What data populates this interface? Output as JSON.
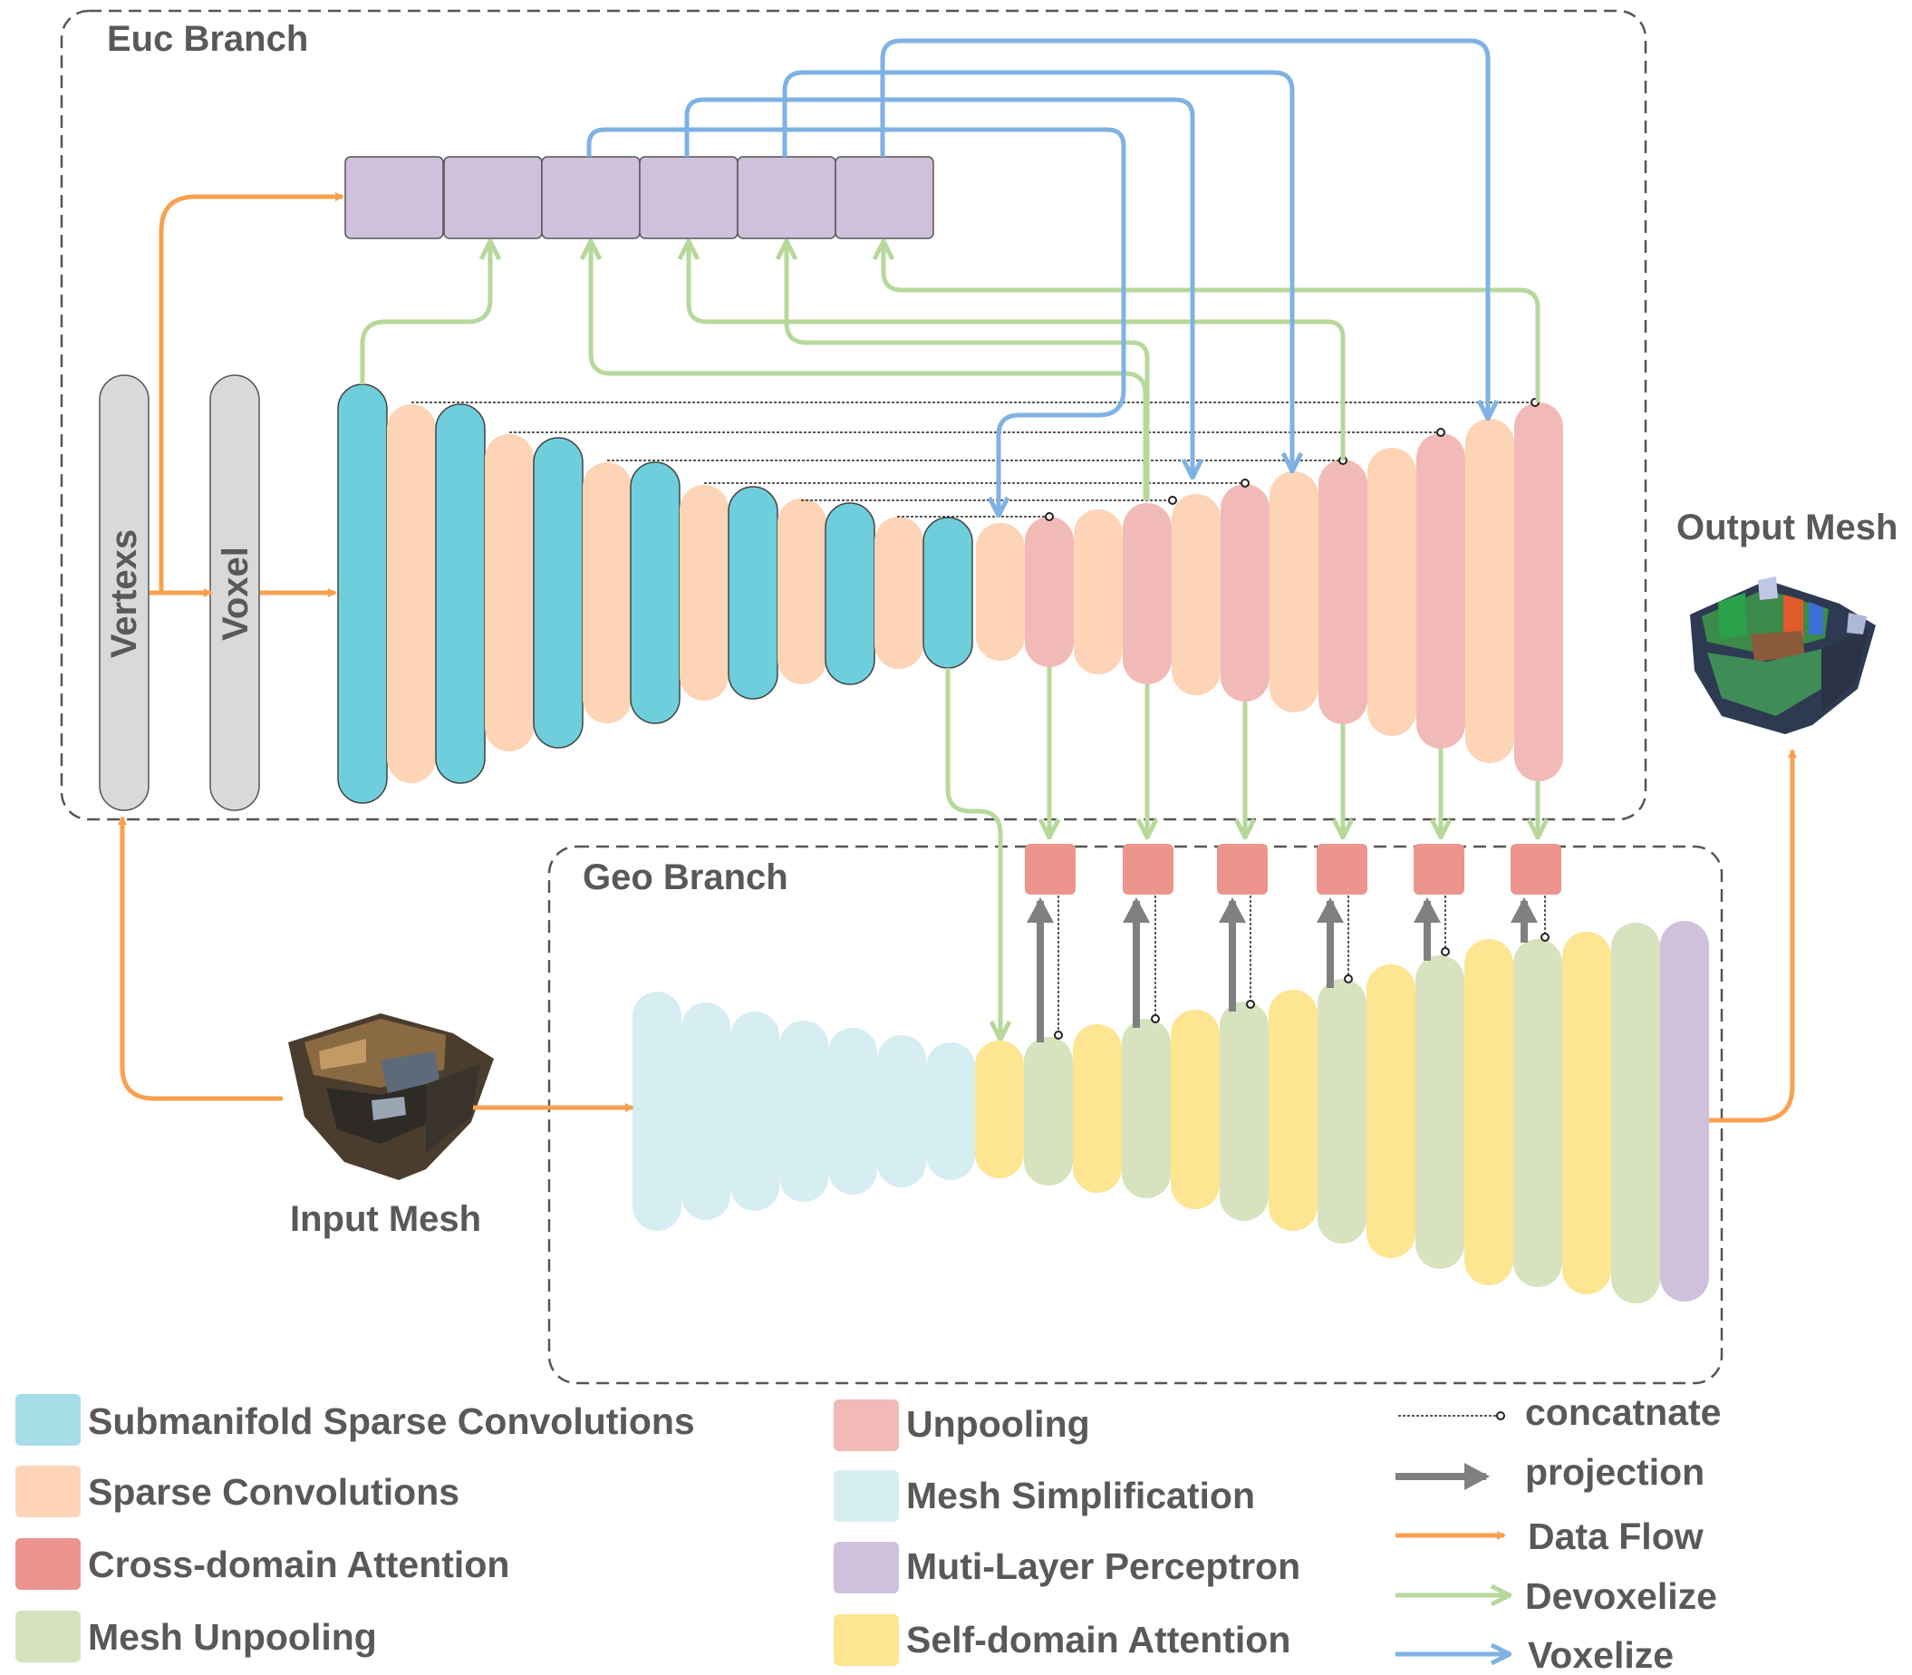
{
  "branches": {
    "euc": "Euc Branch",
    "geo": "Geo  Branch"
  },
  "inputs": {
    "vertexs": "Vertexs",
    "voxel": "Voxel",
    "input_mesh": "Input Mesh",
    "output_mesh": "Output Mesh"
  },
  "colors": {
    "submanifold_conv": "#6ecedc",
    "sparse_conv": "#fdd4b6",
    "cross_attention": "#ec958d",
    "mesh_unpooling": "#d6e3be",
    "unpooling": "#f2bab6",
    "mesh_simplification": "#d6edf2",
    "mlp": "#cfc1dc",
    "self_attention": "#fde592",
    "gray_node": "#d9d9d9",
    "data_flow": "#f9a04f",
    "devoxelize": "#b7d89b",
    "voxelize": "#7fb2e3",
    "projection": "#808080",
    "text": "#595959"
  },
  "legend": {
    "left": [
      {
        "label": "Submanifold Sparse Convolutions",
        "color": "#a6dde6"
      },
      {
        "label": "Sparse Convolutions",
        "color": "#fdd4b6"
      },
      {
        "label": "Cross-domain Attention",
        "color": "#ec958d"
      },
      {
        "label": "Mesh Unpooling",
        "color": "#d6e3be"
      }
    ],
    "middle": [
      {
        "label": "Unpooling",
        "color": "#f2bab6"
      },
      {
        "label": "Mesh Simplification",
        "color": "#d6edf2"
      },
      {
        "label": "Muti-Layer Perceptron",
        "color": "#cfc1dc"
      },
      {
        "label": "Self-domain Attention",
        "color": "#fde592"
      }
    ],
    "right": [
      {
        "label": "concatnate",
        "style": "concatenate"
      },
      {
        "label": "projection",
        "style": "projection"
      },
      {
        "label": "Data Flow",
        "style": "data-flow"
      },
      {
        "label": "Devoxelize",
        "style": "devoxelize"
      },
      {
        "label": "Voxelize",
        "style": "voxelize"
      }
    ]
  }
}
